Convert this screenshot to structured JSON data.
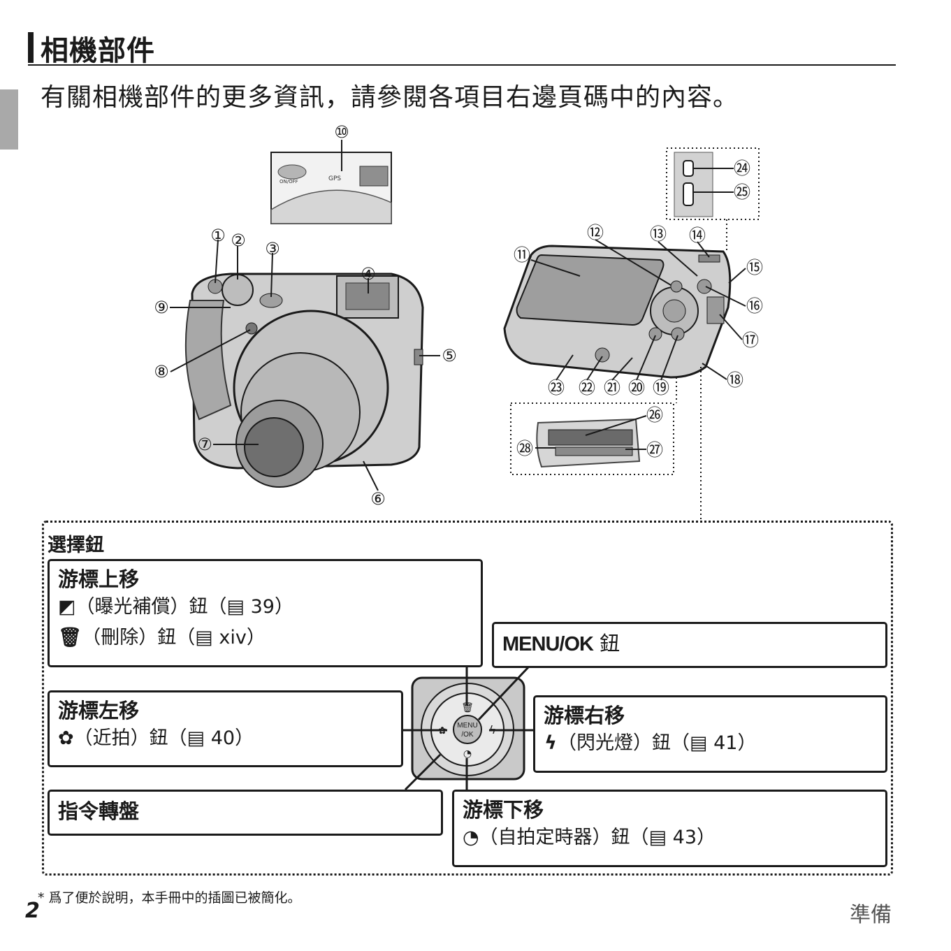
{
  "page": {
    "title": "相機部件",
    "intro": "有關相機部件的更多資訊，請參閱各項目右邊頁碼中的內容。",
    "footnote": "* 爲了便於說明，本手冊中的插圖已被簡化。",
    "page_number": "2",
    "section_label": "準備"
  },
  "callouts": {
    "front": [
      "①",
      "②",
      "③",
      "④",
      "⑤",
      "⑥",
      "⑦",
      "⑧",
      "⑨",
      "⑩"
    ],
    "back": [
      "⑪",
      "⑫",
      "⑬",
      "⑭",
      "⑮",
      "⑯",
      "⑰",
      "⑱",
      "⑲",
      "⑳",
      "㉑",
      "㉒",
      "㉓",
      "㉔",
      "㉕",
      "㉖",
      "㉗",
      "㉘"
    ]
  },
  "camera_prints": {
    "on_off": "ON/OFF",
    "gps": "GPS",
    "menu_ok_center": "MENU\n/OK"
  },
  "selector": {
    "title": "選擇鈕",
    "up": {
      "heading": "游標上移",
      "line1_icon": "exposure-compensation-icon",
      "line1_text": "（曝光補償）鈕（",
      "line1_ref": " 39）",
      "line2_icon": "trash-icon",
      "line2_text": "（刪除）鈕（",
      "line2_ref": " xiv）"
    },
    "menu_ok": {
      "label_bold": "MENU/OK",
      "label_rest": " 鈕"
    },
    "left": {
      "heading": "游標左移",
      "line_icon": "macro-flower-icon",
      "line_text": "（近拍）鈕（",
      "line_ref": " 40）"
    },
    "right": {
      "heading": "游標右移",
      "line_icon": "flash-icon",
      "line_text": "（閃光燈）鈕（",
      "line_ref": " 41）"
    },
    "dial": {
      "heading": "指令轉盤"
    },
    "down": {
      "heading": "游標下移",
      "line_icon": "self-timer-icon",
      "line_text": "（自拍定時器）鈕（",
      "line_ref": " 43）"
    }
  },
  "colors": {
    "text": "#1a1a1a",
    "side_tab": "#a9a9a9",
    "camera_body": "#c8c8c8",
    "camera_dark": "#7a7a7a"
  }
}
